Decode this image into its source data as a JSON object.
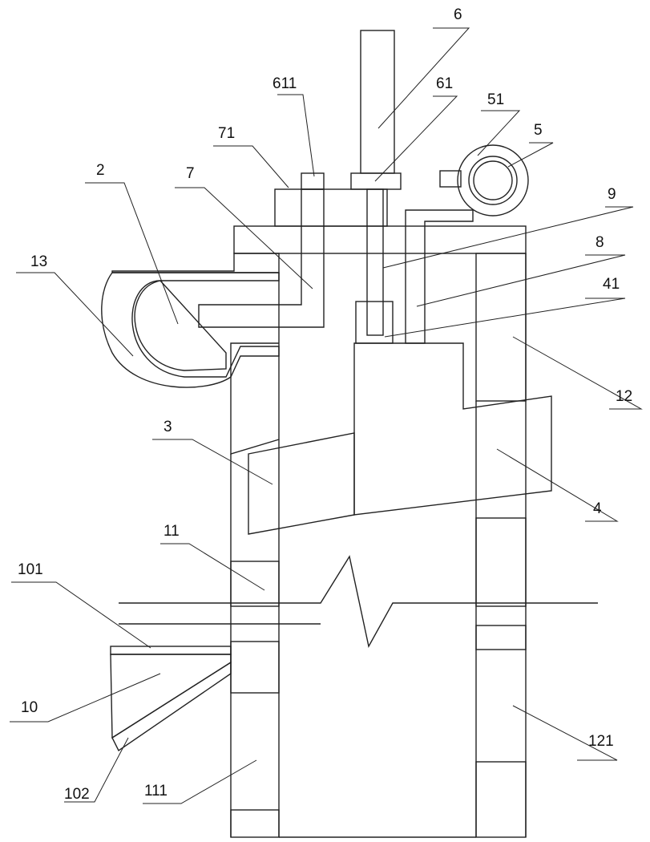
{
  "labels": {
    "l6": "6",
    "l611": "611",
    "l61": "61",
    "l51": "51",
    "l5": "5",
    "l71": "71",
    "l2": "2",
    "l7": "7",
    "l9": "9",
    "l8": "8",
    "l13": "13",
    "l41": "41",
    "l12": "12",
    "l3": "3",
    "l4": "4",
    "l11": "11",
    "l101": "101",
    "l10": "10",
    "l102": "102",
    "l111": "111",
    "l121": "121"
  },
  "colors": {
    "line": "#222222",
    "background": "#ffffff"
  }
}
